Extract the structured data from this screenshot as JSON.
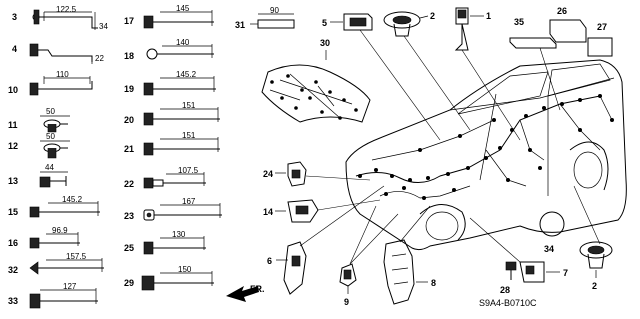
{
  "parts_left": [
    {
      "id": "3",
      "dim": "122.5",
      "dim2": "34"
    },
    {
      "id": "4",
      "dim": "",
      "dim2": "22"
    },
    {
      "id": "10",
      "dim": "110"
    },
    {
      "id": "11",
      "dim": "50"
    },
    {
      "id": "12",
      "dim": "50"
    },
    {
      "id": "13",
      "dim": "44"
    },
    {
      "id": "15",
      "dim": "145.2"
    },
    {
      "id": "16",
      "dim": "96.9"
    },
    {
      "id": "32",
      "dim": "157.5"
    },
    {
      "id": "33",
      "dim": "127"
    }
  ],
  "parts_mid": [
    {
      "id": "17",
      "dim": "145"
    },
    {
      "id": "18",
      "dim": "140"
    },
    {
      "id": "19",
      "dim": "145.2"
    },
    {
      "id": "20",
      "dim": "151"
    },
    {
      "id": "21",
      "dim": "151"
    },
    {
      "id": "22",
      "dim": "107.5"
    },
    {
      "id": "23",
      "dim": "167"
    },
    {
      "id": "25",
      "dim": "130"
    },
    {
      "id": "29",
      "dim": "150"
    }
  ],
  "callouts": {
    "p31": "31",
    "p31_dim": "90",
    "p5": "5",
    "p2a": "2",
    "p1": "1",
    "p35": "35",
    "p26": "26",
    "p27": "27",
    "p30": "30",
    "p24": "24",
    "p14": "14",
    "p6": "6",
    "p9": "9",
    "p8": "8",
    "p28": "28",
    "p7": "7",
    "p34": "34",
    "p2b": "2"
  },
  "direction_label": "FR.",
  "diagram_code": "S9A4-B0710C"
}
